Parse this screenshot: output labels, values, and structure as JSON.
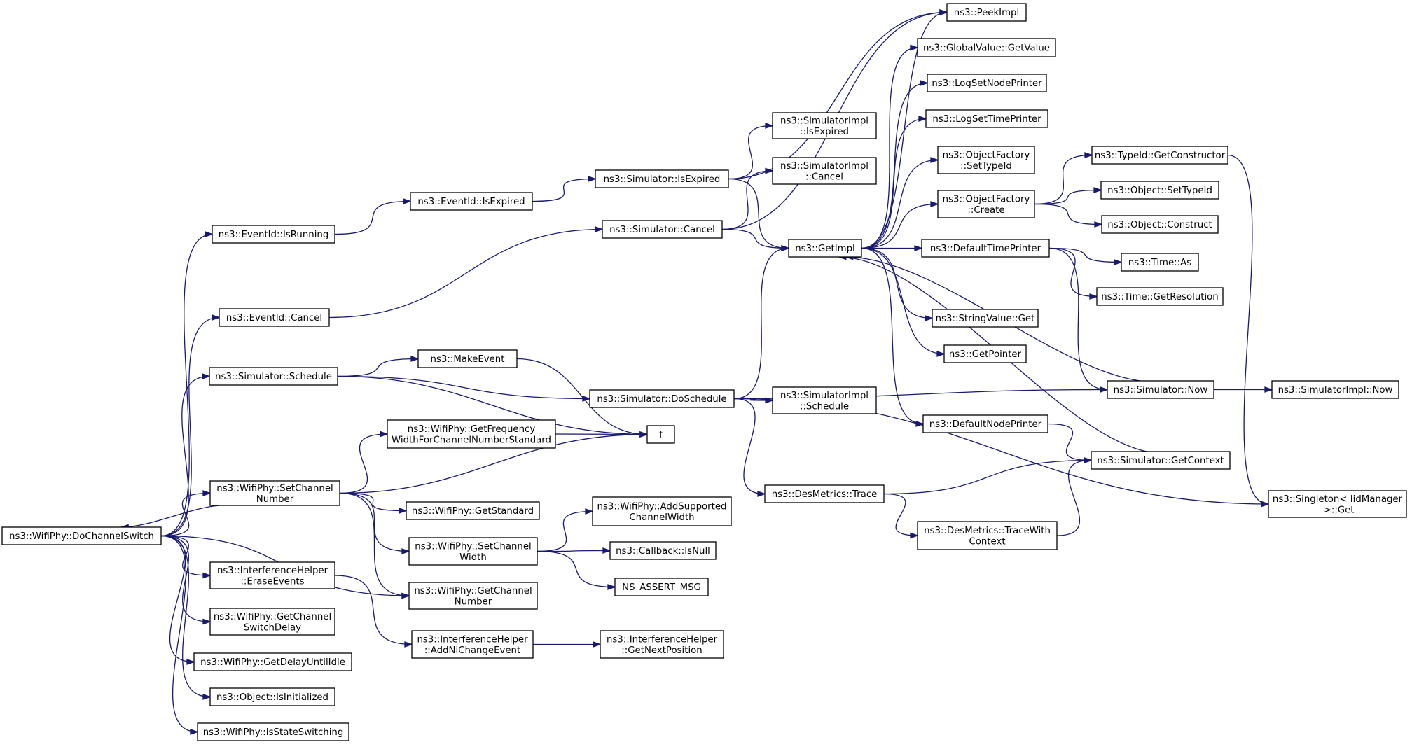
{
  "graph": {
    "nodes": {
      "root": {
        "lines": [
          "ns3::WifiPhy::DoChannelSwitch"
        ],
        "color": "#bfbfbf"
      },
      "isRunning": {
        "lines": [
          "ns3::EventId::IsRunning"
        ]
      },
      "eidIsExpired": {
        "lines": [
          "ns3::EventId::IsExpired"
        ]
      },
      "simIsExpired": {
        "lines": [
          "ns3::Simulator::IsExpired"
        ]
      },
      "peekImpl": {
        "lines": [
          "ns3::PeekImpl"
        ]
      },
      "simImplIsExpired": {
        "lines": [
          "ns3::SimulatorImpl",
          "::IsExpired"
        ]
      },
      "getImpl": {
        "lines": [
          "ns3::GetImpl"
        ]
      },
      "eidCancel": {
        "lines": [
          "ns3::EventId::Cancel"
        ]
      },
      "simCancel": {
        "lines": [
          "ns3::Simulator::Cancel"
        ]
      },
      "simImplCancel": {
        "lines": [
          "ns3::SimulatorImpl",
          "::Cancel"
        ]
      },
      "simSchedule": {
        "lines": [
          "ns3::Simulator::Schedule"
        ]
      },
      "makeEvent": {
        "lines": [
          "ns3::MakeEvent"
        ]
      },
      "doSchedule": {
        "lines": [
          "ns3::Simulator::DoSchedule"
        ]
      },
      "f": {
        "lines": [
          "f"
        ]
      },
      "simImplSchedule": {
        "lines": [
          "ns3::SimulatorImpl",
          "::Schedule"
        ]
      },
      "getFreqWidth": {
        "lines": [
          "ns3::WifiPhy::GetFrequency",
          "WidthForChannelNumberStandard"
        ]
      },
      "setChannelNumber": {
        "lines": [
          "ns3::WifiPhy::SetChannel",
          "Number"
        ]
      },
      "getStandard": {
        "lines": [
          "ns3::WifiPhy::GetStandard"
        ]
      },
      "addSupportedWidth": {
        "lines": [
          "ns3::WifiPhy::AddSupported",
          "ChannelWidth"
        ]
      },
      "setChannelWidth": {
        "lines": [
          "ns3::WifiPhy::SetChannel",
          "Width"
        ]
      },
      "isNull": {
        "lines": [
          "ns3::Callback::IsNull"
        ]
      },
      "nsAssert": {
        "lines": [
          "NS_ASSERT_MSG"
        ]
      },
      "getChannelNumber": {
        "lines": [
          "ns3::WifiPhy::GetChannel",
          "Number"
        ]
      },
      "eraseEvents": {
        "lines": [
          "ns3::InterferenceHelper",
          "::EraseEvents"
        ]
      },
      "addNiChange": {
        "lines": [
          "ns3::InterferenceHelper",
          "::AddNiChangeEvent"
        ]
      },
      "getNextPos": {
        "lines": [
          "ns3::InterferenceHelper",
          "::GetNextPosition"
        ]
      },
      "getSwitchDelay": {
        "lines": [
          "ns3::WifiPhy::GetChannel",
          "SwitchDelay"
        ]
      },
      "getDelayIdle": {
        "lines": [
          "ns3::WifiPhy::GetDelayUntilIdle"
        ]
      },
      "isInitialized": {
        "lines": [
          "ns3::Object::IsInitialized"
        ]
      },
      "isStateSwitching": {
        "lines": [
          "ns3::WifiPhy::IsStateSwitching"
        ]
      },
      "globalGetValue": {
        "lines": [
          "ns3::GlobalValue::GetValue"
        ],
        "outline": "#ff0000"
      },
      "logSetNode": {
        "lines": [
          "ns3::LogSetNodePrinter"
        ]
      },
      "logSetTime": {
        "lines": [
          "ns3::LogSetTimePrinter"
        ],
        "outline": "#ff0000"
      },
      "ofSetTypeId": {
        "lines": [
          "ns3::ObjectFactory",
          "::SetTypeId"
        ],
        "outline": "#ff0000"
      },
      "ofCreate": {
        "lines": [
          "ns3::ObjectFactory",
          "::Create"
        ]
      },
      "defTimePrinter": {
        "lines": [
          "ns3::DefaultTimePrinter"
        ]
      },
      "stringValueGet": {
        "lines": [
          "ns3::StringValue::Get"
        ]
      },
      "getPointer": {
        "lines": [
          "ns3::GetPointer"
        ],
        "outline": "#ff0000"
      },
      "defNodePrinter": {
        "lines": [
          "ns3::DefaultNodePrinter"
        ]
      },
      "desTrace": {
        "lines": [
          "ns3::DesMetrics::Trace"
        ]
      },
      "desTraceCtx": {
        "lines": [
          "ns3::DesMetrics::TraceWith",
          "Context"
        ],
        "outline": "#ff0000"
      },
      "typeIdGetCtor": {
        "lines": [
          "ns3::TypeId::GetConstructor"
        ],
        "outline": "#ff0000"
      },
      "objSetTypeId": {
        "lines": [
          "ns3::Object::SetTypeId"
        ],
        "outline": "#ff0000"
      },
      "objConstruct": {
        "lines": [
          "ns3::Object::Construct"
        ],
        "outline": "#ff0000"
      },
      "timeAs": {
        "lines": [
          "ns3::Time::As"
        ]
      },
      "timeGetRes": {
        "lines": [
          "ns3::Time::GetResolution"
        ],
        "outline": "#ff0000"
      },
      "simNow": {
        "lines": [
          "ns3::Simulator::Now"
        ]
      },
      "simImplNow": {
        "lines": [
          "ns3::SimulatorImpl::Now"
        ]
      },
      "simGetContext": {
        "lines": [
          "ns3::Simulator::GetContext"
        ],
        "outline": "#ff0000"
      },
      "singletonGet": {
        "lines": [
          "ns3::Singleton< IidManager",
          " >::Get"
        ]
      }
    },
    "edges": [
      [
        "root",
        "isRunning"
      ],
      [
        "root",
        "eidCancel"
      ],
      [
        "root",
        "simSchedule"
      ],
      [
        "root",
        "setChannelNumber"
      ],
      [
        "root",
        "getChannelNumber"
      ],
      [
        "root",
        "eraseEvents"
      ],
      [
        "root",
        "getSwitchDelay"
      ],
      [
        "root",
        "getDelayIdle"
      ],
      [
        "root",
        "isInitialized"
      ],
      [
        "root",
        "isStateSwitching"
      ],
      [
        "isRunning",
        "eidIsExpired"
      ],
      [
        "eidIsExpired",
        "simIsExpired"
      ],
      [
        "simIsExpired",
        "peekImpl"
      ],
      [
        "simIsExpired",
        "simImplIsExpired"
      ],
      [
        "simIsExpired",
        "getImpl"
      ],
      [
        "eidCancel",
        "simCancel"
      ],
      [
        "simCancel",
        "simImplCancel"
      ],
      [
        "simCancel",
        "getImpl"
      ],
      [
        "simCancel",
        "peekImpl"
      ],
      [
        "simSchedule",
        "makeEvent"
      ],
      [
        "simSchedule",
        "doSchedule"
      ],
      [
        "simSchedule",
        "f"
      ],
      [
        "makeEvent",
        "f"
      ],
      [
        "doSchedule",
        "getImpl"
      ],
      [
        "doSchedule",
        "simImplSchedule"
      ],
      [
        "doSchedule",
        "simNow"
      ],
      [
        "doSchedule",
        "desTrace"
      ],
      [
        "doSchedule",
        "singletonGet"
      ],
      [
        "setChannelNumber",
        "root"
      ],
      [
        "setChannelNumber",
        "getFreqWidth"
      ],
      [
        "setChannelNumber",
        "f"
      ],
      [
        "setChannelNumber",
        "getStandard"
      ],
      [
        "setChannelNumber",
        "setChannelWidth"
      ],
      [
        "setChannelNumber",
        "getChannelNumber"
      ],
      [
        "getFreqWidth",
        "f"
      ],
      [
        "setChannelWidth",
        "addSupportedWidth"
      ],
      [
        "setChannelWidth",
        "isNull"
      ],
      [
        "setChannelWidth",
        "nsAssert"
      ],
      [
        "eraseEvents",
        "addNiChange"
      ],
      [
        "addNiChange",
        "getNextPos"
      ],
      [
        "getImpl",
        "peekImpl"
      ],
      [
        "getImpl",
        "globalGetValue"
      ],
      [
        "getImpl",
        "logSetNode"
      ],
      [
        "getImpl",
        "logSetTime"
      ],
      [
        "getImpl",
        "ofSetTypeId"
      ],
      [
        "getImpl",
        "ofCreate"
      ],
      [
        "getImpl",
        "defTimePrinter"
      ],
      [
        "getImpl",
        "stringValueGet"
      ],
      [
        "getImpl",
        "getPointer"
      ],
      [
        "getImpl",
        "defNodePrinter"
      ],
      [
        "ofCreate",
        "typeIdGetCtor"
      ],
      [
        "ofCreate",
        "objSetTypeId"
      ],
      [
        "ofCreate",
        "objConstruct"
      ],
      [
        "typeIdGetCtor",
        "singletonGet"
      ],
      [
        "defTimePrinter",
        "timeAs"
      ],
      [
        "defTimePrinter",
        "timeGetRes"
      ],
      [
        "defTimePrinter",
        "simNow"
      ],
      [
        "simNow",
        "getImpl"
      ],
      [
        "simNow",
        "simImplNow"
      ],
      [
        "defNodePrinter",
        "simGetContext"
      ],
      [
        "simGetContext",
        "getImpl"
      ],
      [
        "desTrace",
        "simGetContext"
      ],
      [
        "desTrace",
        "desTraceCtx"
      ],
      [
        "desTraceCtx",
        "simGetContext"
      ]
    ]
  }
}
